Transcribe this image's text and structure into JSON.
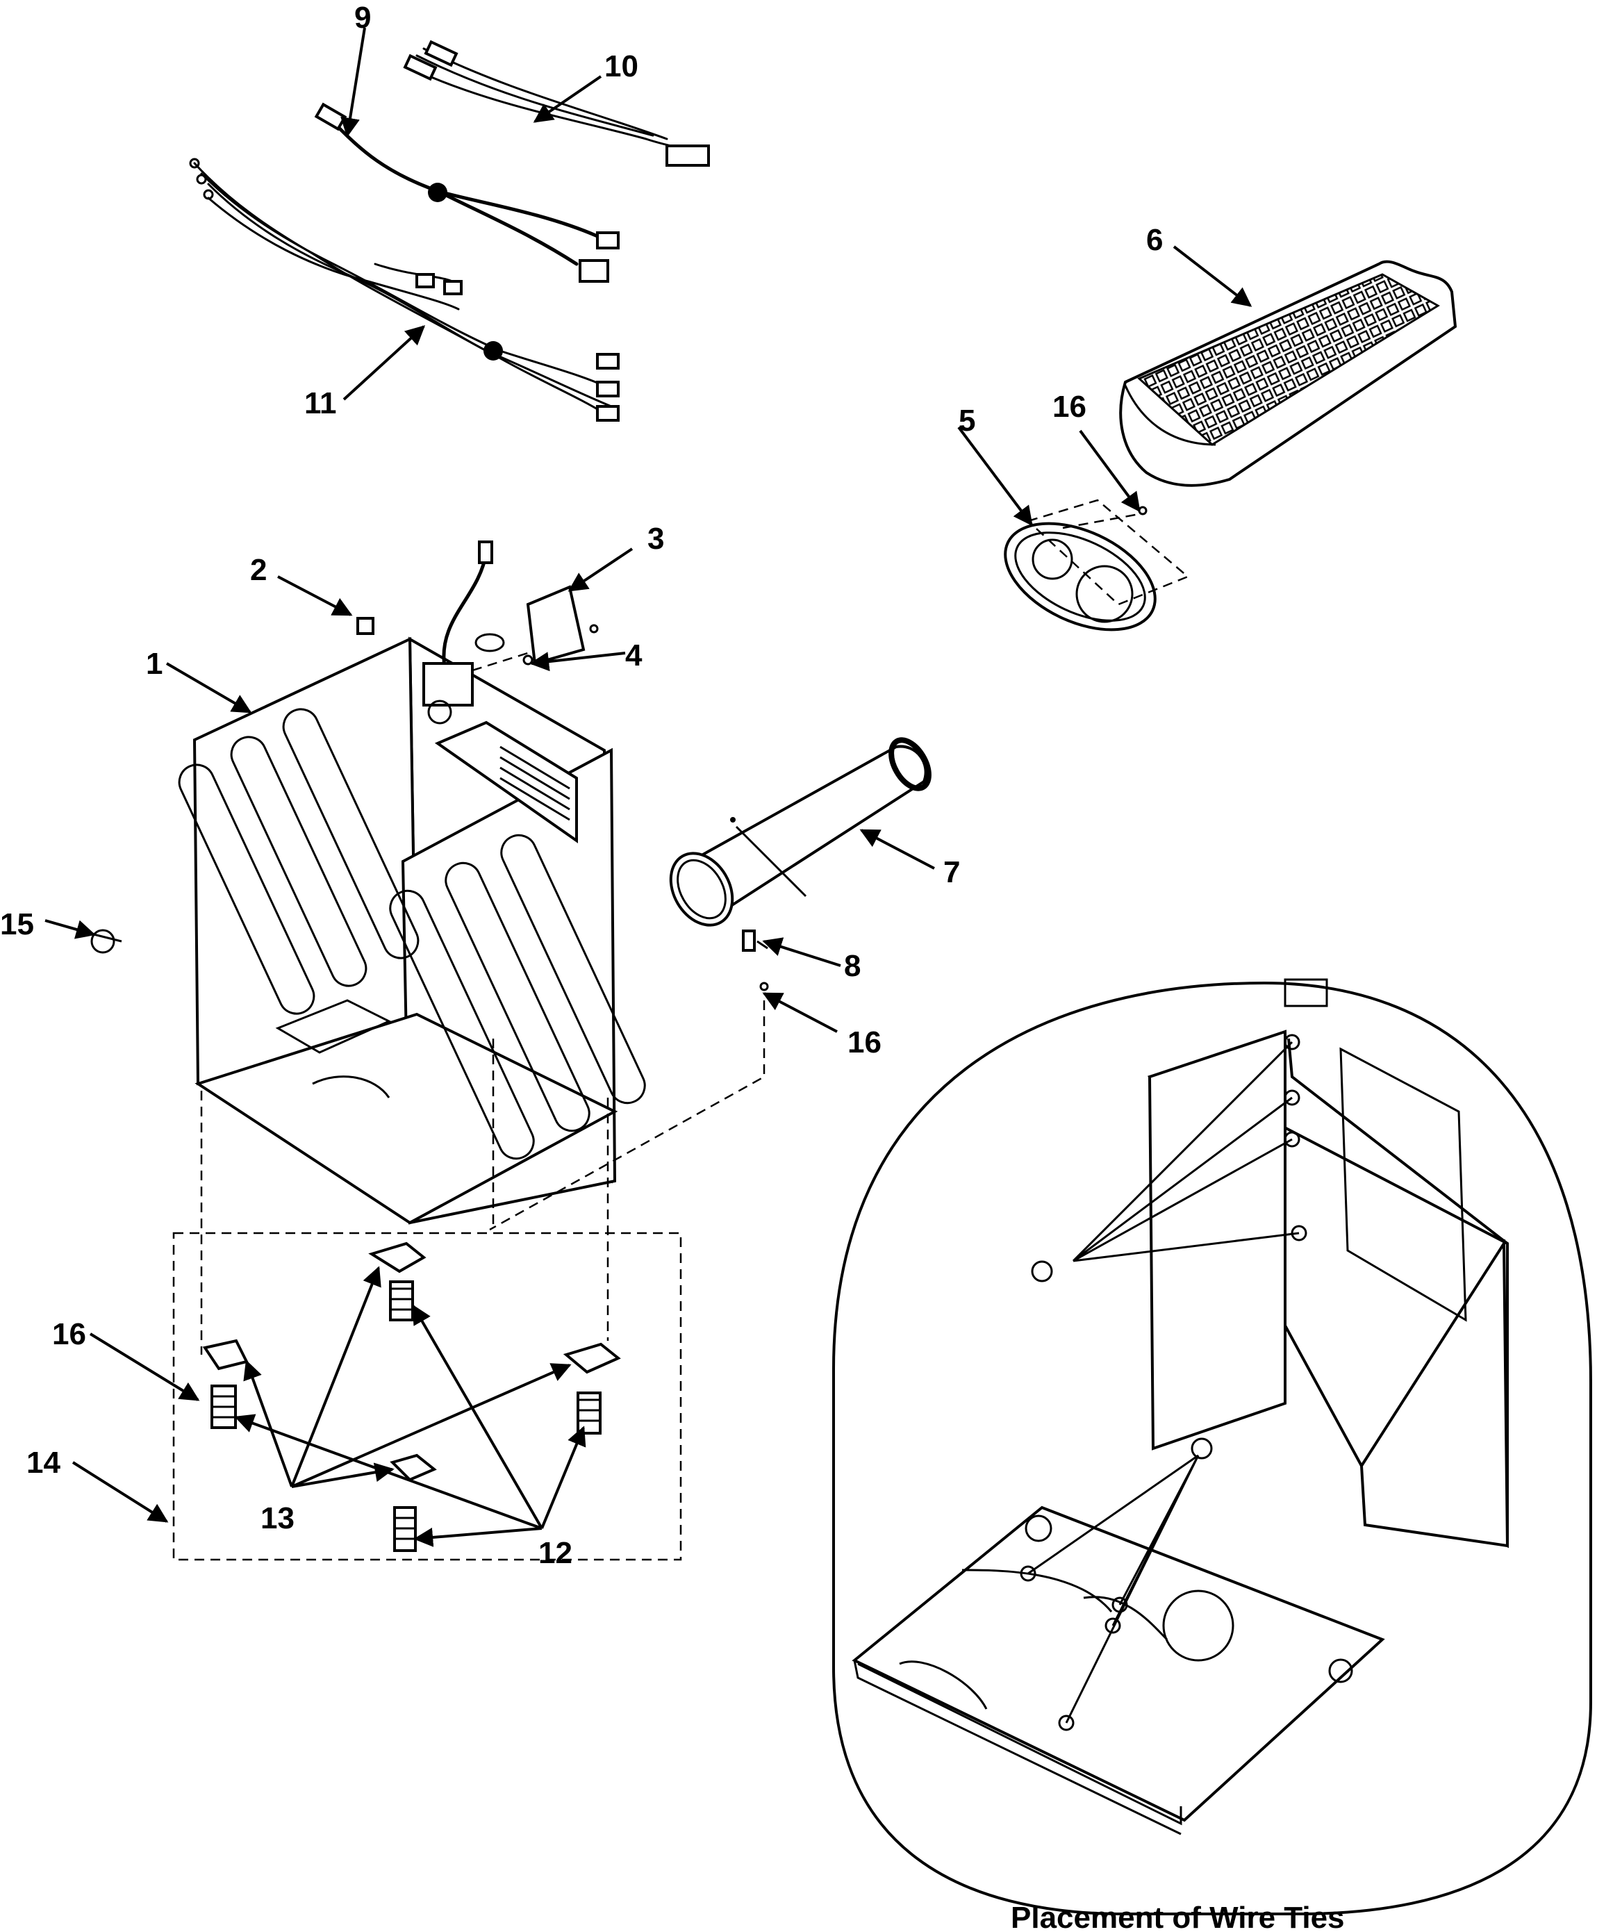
{
  "callouts": {
    "c1": "1",
    "c2": "2",
    "c3": "3",
    "c4": "4",
    "c5": "5",
    "c6": "6",
    "c7": "7",
    "c8": "8",
    "c9": "9",
    "c10": "10",
    "c11": "11",
    "c12": "12",
    "c13": "13",
    "c14": "14",
    "c15": "15",
    "c16a": "16",
    "c16b": "16",
    "c16c": "16"
  },
  "caption": "Placement of Wire Ties",
  "colors": {
    "line": "#000000",
    "background": "#ffffff"
  }
}
